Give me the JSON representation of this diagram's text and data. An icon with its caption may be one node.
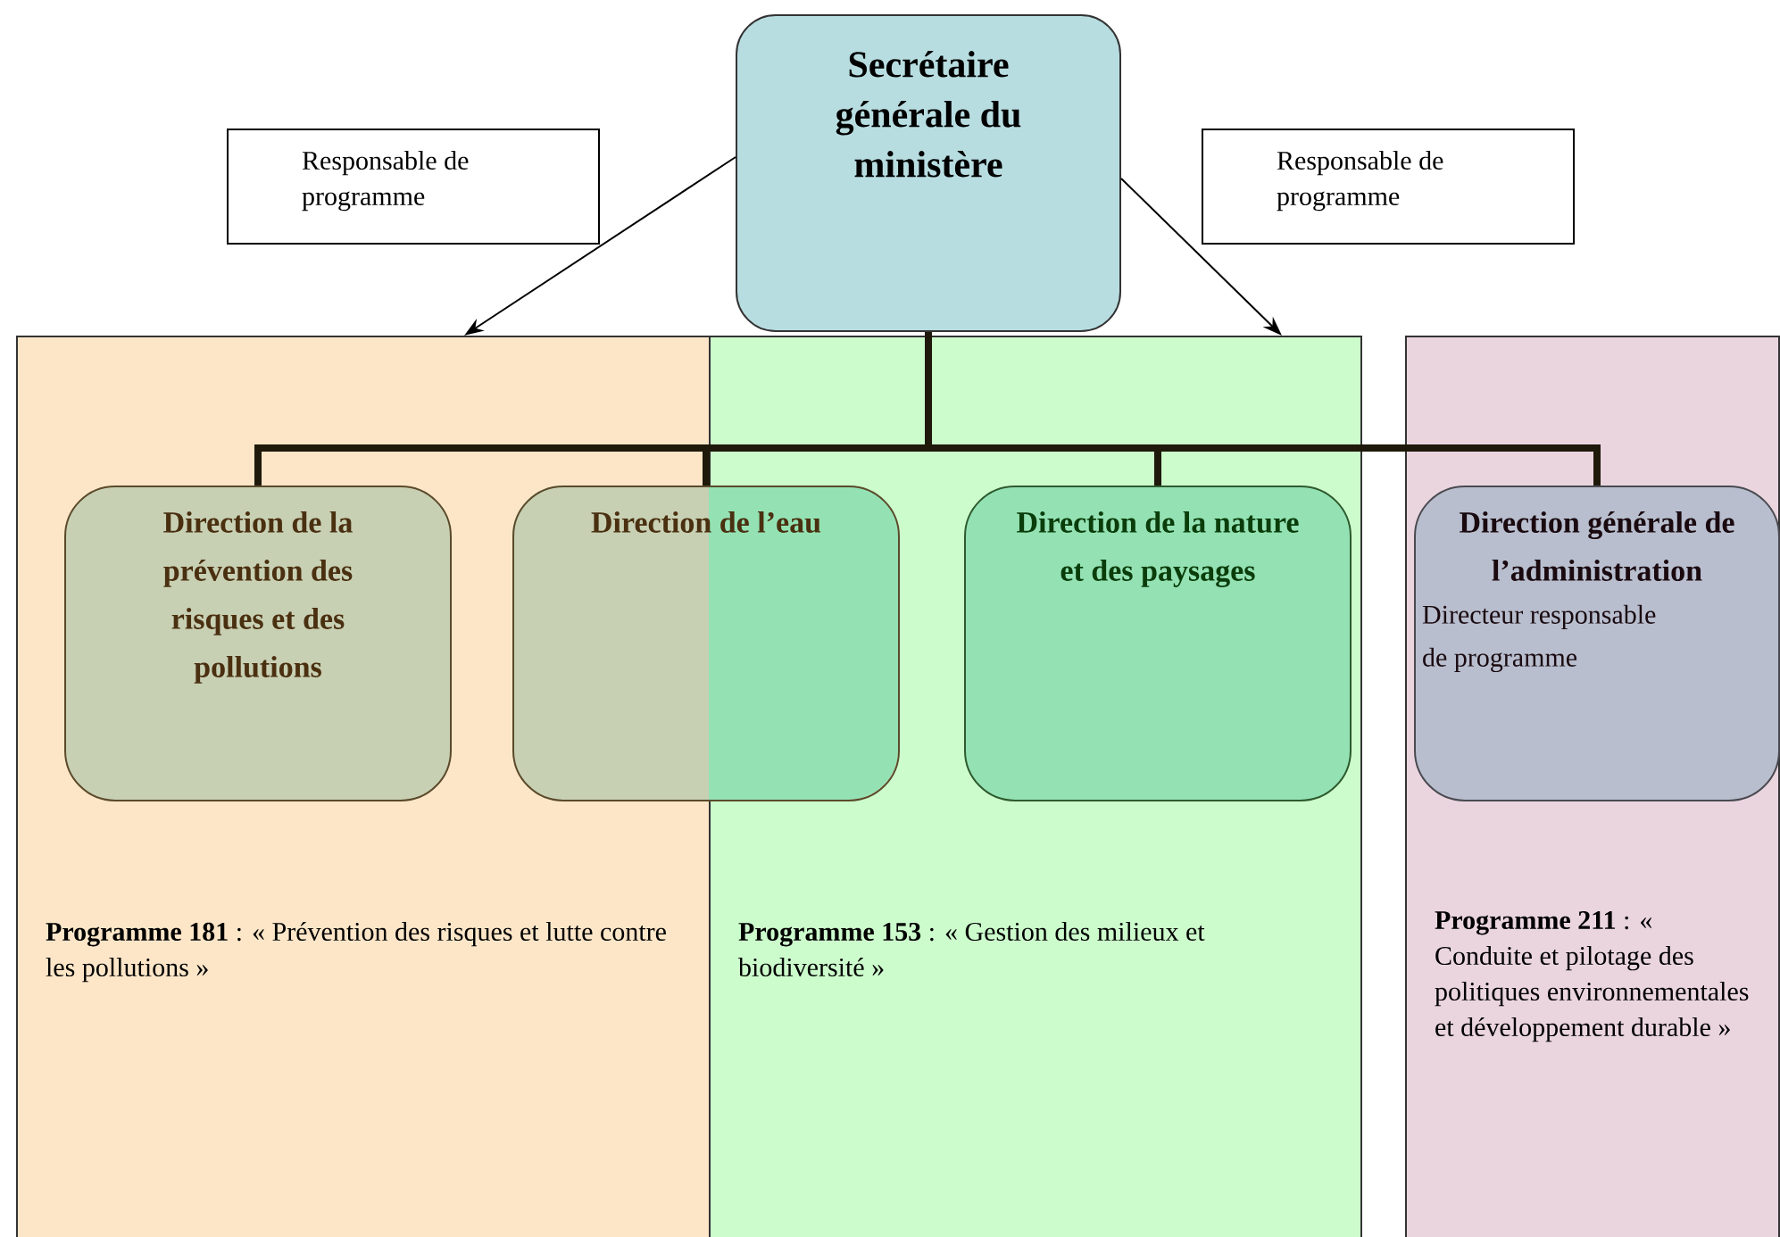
{
  "diagram": {
    "nodes": [
      {
        "text": [
          "Secrétaire générale du ministère"
        ]
      },
      {
        "text": [
          "Responsable de programme"
        ]
      },
      {
        "text": [
          "Responsable de programme"
        ]
      },
      {
        "text": [
          "**Programme 181** : « Prévention des risques et lutte contre les pollutions »"
        ]
      },
      {
        "text": [
          "**Programme 153** : « Gestion des milieux et biodiversité »"
        ]
      },
      {
        "text": [
          "**Programme 211** : « Conduite et pilotage des politiques environnementales et développement durable »"
        ]
      },
      {
        "text": [
          "Direction de la prévention des risques et des pollutions"
        ],
        "in": 3
      },
      {
        "text": [
          "Direction de l’eau"
        ]
      },
      {
        "text": [
          "Direction de la nature et des paysages"
        ],
        "in": 4
      },
      {
        "text": [
          "Direction générale de l’administration",
          "Directeur responsable de programme"
        ],
        "in": 5
      }
    ],
    "edges": [
      {
        "from": 0,
        "to": 3,
        "arrow": "to"
      },
      {
        "from": 0,
        "to": 4,
        "arrow": "to"
      },
      {
        "from": 0,
        "to": 6,
        "arrow": "none"
      },
      {
        "from": 0,
        "to": 7,
        "arrow": "none"
      },
      {
        "from": 0,
        "to": 8,
        "arrow": "none"
      },
      {
        "from": 0,
        "to": 9,
        "arrow": "none"
      }
    ]
  }
}
